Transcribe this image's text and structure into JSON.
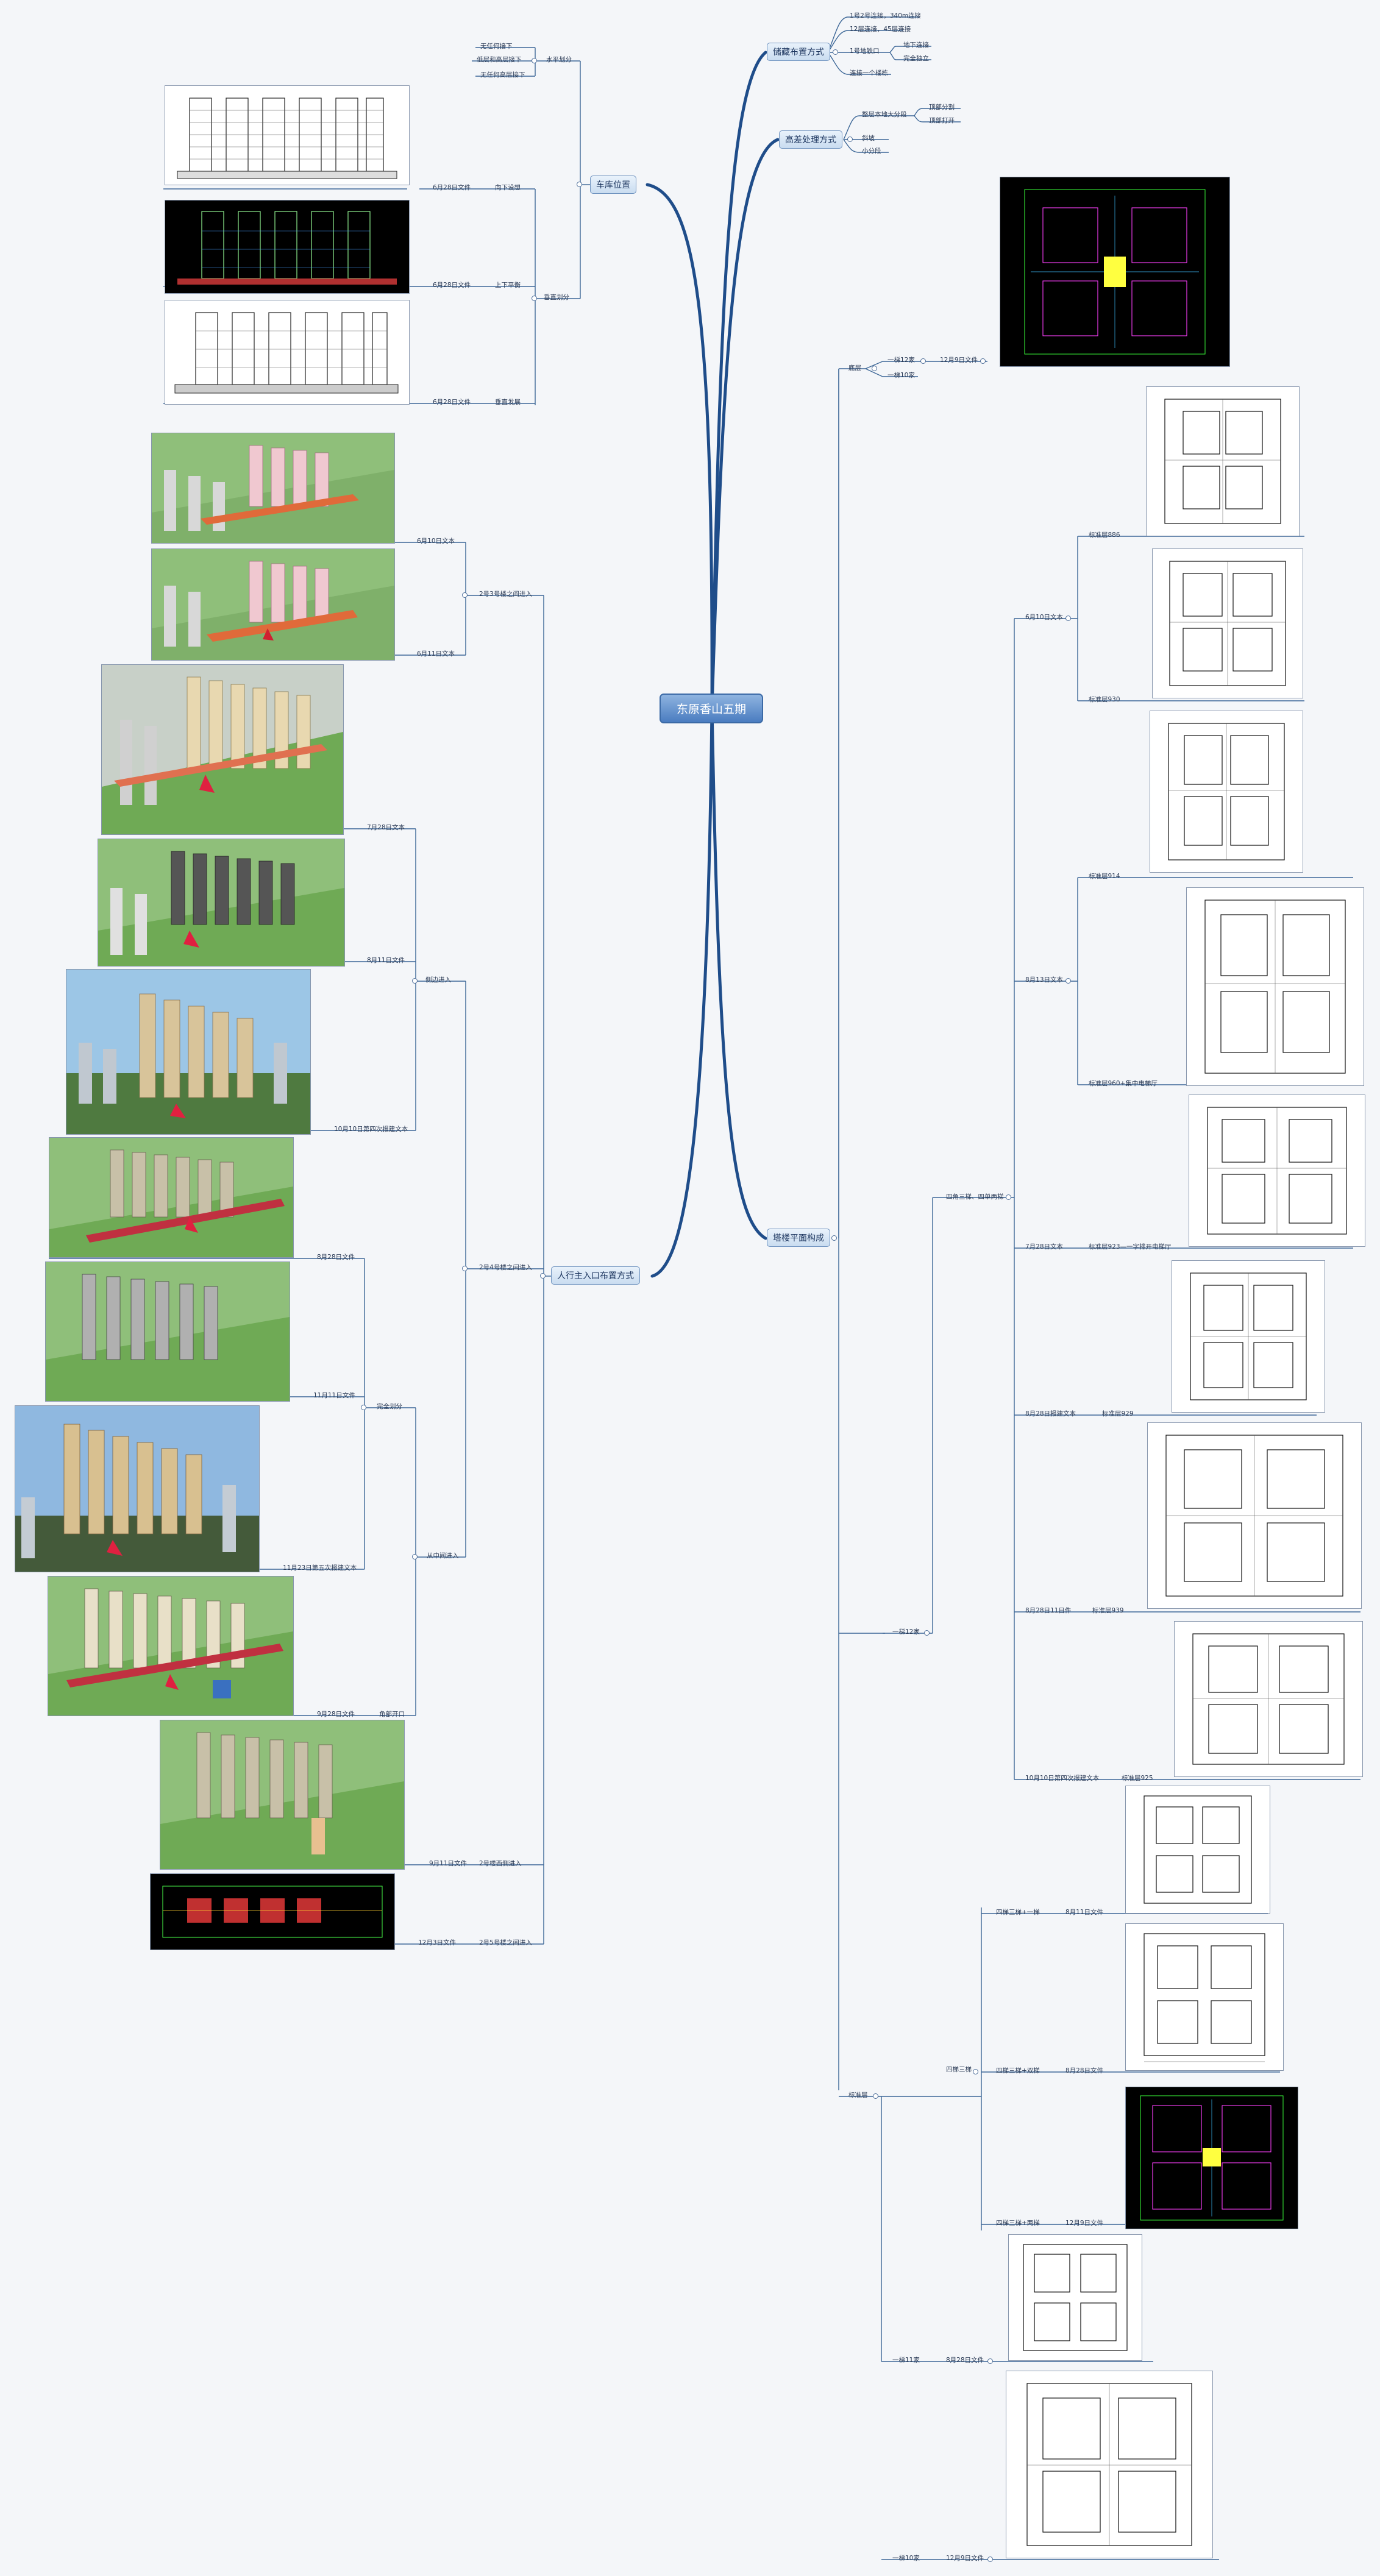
{
  "central_topic": "东原香山五期",
  "left_branches": {
    "garage": {
      "label": "车库位置",
      "level": "水平划分",
      "level_items": [
        "无任何接下",
        "低层和高层接下",
        "无任何高层接下"
      ],
      "vertical": "垂直划分",
      "vertical_items": [
        "向下设想",
        "上下平衡",
        "垂直发展"
      ],
      "file_labels": [
        "6月28日文件",
        "6月28日文件",
        "6月28日文件"
      ]
    },
    "pedestrian": {
      "label": "人行主入口布置方式",
      "sub_a": "2号3号楼之间进入",
      "sub_a_files": [
        "6月10日文本",
        "6月11日文本"
      ],
      "sub_b": "2号4号楼之间进入",
      "side_entry": "侧边进入",
      "side_files": [
        "7月28日文本",
        "8月11日文件",
        "10月10日第四次报建文本"
      ],
      "complete": "完全划分",
      "complete_files": [
        "8月28日文件",
        "11月11日文件",
        "11月23日第五次报建文本"
      ],
      "middle_entry": "从中间进入",
      "middle_files": [
        "9月28日文件",
        "角部开口"
      ],
      "between_2_5": "2号楼西侧进入",
      "between_2_5_file": "9月11日文件",
      "bottom_label": "2号5号楼之间进入",
      "bottom_file": "12月3日文件"
    }
  },
  "right_branches": {
    "warehouse": {
      "label": "储藏布置方式",
      "items": [
        "1号2号连接，340m连接",
        "12层连接，45层连接",
        "1号地铁口",
        "地下连接",
        "完全独立",
        "连接一个楼栋"
      ]
    },
    "elevation": {
      "label": "高差处理方式",
      "items": [
        "整层本地大分段",
        "顶部分割",
        "顶部打开",
        "斜坡",
        "小分段"
      ]
    },
    "plan": {
      "label": "塔楼平面构成",
      "ground": "底层",
      "ground_a": "一梯12家",
      "ground_a_file": "12月9日文件",
      "ground_b": "一梯10家",
      "f6": "6月10日文本",
      "f6_items": [
        "标准层886",
        "标准层930"
      ],
      "f8": "8月13日文本",
      "f8_items": [
        "标准层914",
        "标准层960+集中电梯厅"
      ],
      "corner": "四角三梯、四单两梯",
      "f7": "7月28日文本",
      "f7_item": "标准层923—一字排开电梯厅",
      "f8b": "8月28日报建文本",
      "f8b_item": "标准层929",
      "f8c": "8月28日11日件",
      "f8c_item": "标准层939",
      "f10": "10月10日第四次报建文本",
      "f10_item": "标准层925",
      "level12": "一梯12家",
      "typical": "标准层",
      "four_units": "四梯三梯",
      "t1": "四梯三梯+一梯",
      "t1_file": "8月11日文件",
      "t2": "四梯三梯+双梯",
      "t2_file": "8月28日文件",
      "t3": "四梯三梯+两梯",
      "t3_file": "12月9日文件",
      "l11": "一梯11家",
      "l11_file": "8月28日文件",
      "l10": "一梯10家",
      "l10_file": "12月9日文件"
    }
  },
  "colors": {
    "line": "#2c5c9a",
    "central_fill": "#5b8bcc",
    "topic_border": "#6e92bf"
  }
}
